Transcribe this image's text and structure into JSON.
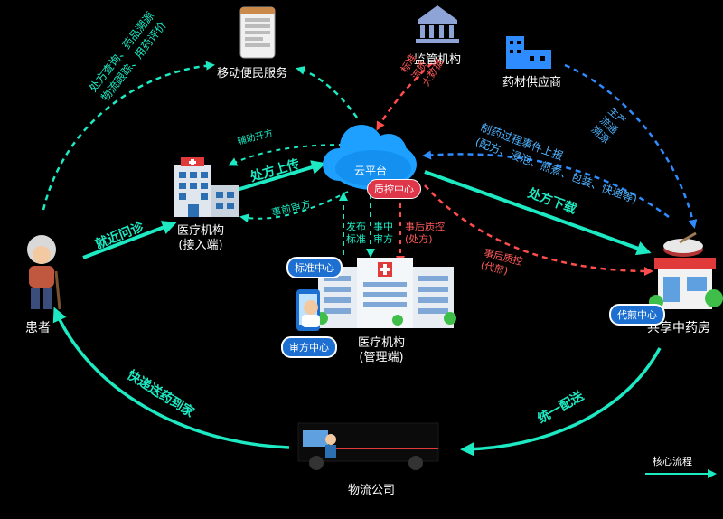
{
  "colors": {
    "teal": "#1de9c2",
    "blue": "#2f8cff",
    "red": "#ff4d4d",
    "cloud": "#1da0ff",
    "bg": "#000000"
  },
  "nodes": {
    "mobile_service": "移动便民服务",
    "regulator": "监管机构",
    "supplier": "药材供应商",
    "cloud_platform": "云平台",
    "qc_center": "质控中心",
    "hospital_access": "医疗机构\n(接入端)",
    "hospital_manage": "医疗机构\n(管理端)",
    "standard_center": "标准中心",
    "review_center": "审方中心",
    "patient": "患者",
    "pharmacy": "共享中药房",
    "decoct_center": "代煎中心",
    "logistics": "物流公司"
  },
  "edges": {
    "patient_to_mobile": "处方查询、药品溯源\n物流跟踪、用药评价",
    "aux_prescribe": "辅助开方",
    "rx_upload": "处方上传",
    "pre_review": "事前审方",
    "visit_nearby": "就近问诊",
    "regulator_label": "标准\n流质\n大数据",
    "supplier_label": "生产\n流通\n溯源",
    "process_report": "制药过程事件上报\n(配方、浸泡、煎煮、包装、快递等)",
    "rx_download": "处方下载",
    "publish_std": "发布\n标准",
    "mid_review": "事中\n审方",
    "post_qc_rx": "事后质控\n(处方)",
    "post_qc_decoct": "事后质控\n(代煎)",
    "unified_delivery": "统一配送",
    "express_home": "快递送药到家"
  },
  "legend": {
    "label": "核心流程"
  }
}
